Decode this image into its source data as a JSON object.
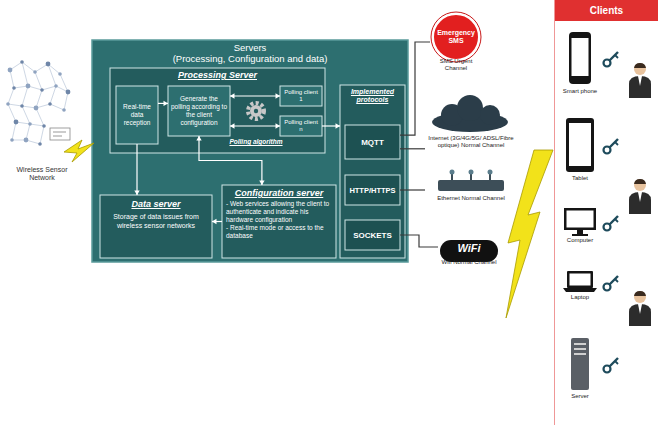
{
  "diagram": {
    "nodes": [
      {
        "text": [
          "Servers",
          "(Processing, Configuration and data)"
        ]
      },
      {
        "text": [
          "Processing Server"
        ],
        "in": 0
      },
      {
        "text": [
          "Real-time data reception"
        ],
        "in": 1
      },
      {
        "text": [
          "Generate the polling according to the client configuration"
        ],
        "in": 1
      },
      {
        "text": [
          "Polling client 1"
        ],
        "in": 1
      },
      {
        "text": [
          "Polling client n"
        ],
        "in": 1
      },
      {
        "text": [
          "Data server",
          "Storage of data issues from wireless sensor networks"
        ],
        "in": 0
      },
      {
        "text": [
          "Configuration server",
          "- Web services allowing the client to authenticate and indicate his hardware configuration",
          "- Real-time mode or access to the database"
        ],
        "in": 0
      },
      {
        "text": [
          "Implemented protocols"
        ],
        "in": 0
      },
      {
        "text": [
          "MQTT"
        ],
        "in": 8
      },
      {
        "text": [
          "HTTP/HTTPS"
        ],
        "in": 8
      },
      {
        "text": [
          "SOCKETS"
        ],
        "in": 8
      },
      {
        "text": [
          "Emergency SMS",
          "SMS Urgent Channel"
        ]
      },
      {
        "text": [
          "Internet (3G/4G/5G/ ADSL/Fibre optique) Normal Channel"
        ]
      },
      {
        "text": [
          "Ethernet Normal Channel"
        ]
      },
      {
        "text": [
          "WiFi",
          "Wifi Normal Channel"
        ]
      },
      {
        "text": [
          "Clients"
        ]
      },
      {
        "text": [
          "Smart phone"
        ],
        "in": 16
      },
      {
        "text": [
          "Tablet"
        ],
        "in": 16
      },
      {
        "text": [
          "Computer"
        ],
        "in": 16
      },
      {
        "text": [
          "Laptop"
        ],
        "in": 16
      },
      {
        "text": [
          "Server"
        ],
        "in": 16
      }
    ],
    "edges": [
      {
        "from": 2,
        "to": 3,
        "arrow": "to"
      },
      {
        "from": 3,
        "to": 4,
        "arrow": "both"
      },
      {
        "from": 3,
        "to": 5,
        "arrow": "both"
      },
      {
        "from": 2,
        "to": 6,
        "arrow": "to"
      },
      {
        "from": 7,
        "to": 6,
        "arrow": "to"
      },
      {
        "from": 3,
        "to": 7,
        "arrow": "both"
      },
      {
        "from": 5,
        "to": 8,
        "arrow": "to"
      },
      {
        "from": 9,
        "to": 12,
        "arrow": "none"
      },
      {
        "from": 9,
        "to": 13,
        "arrow": "none"
      },
      {
        "from": 10,
        "to": 14,
        "arrow": "none"
      },
      {
        "from": 11,
        "to": 15,
        "arrow": "none"
      }
    ],
    "labels": [
      "Wireless Sensor Network",
      "Polling algorithm"
    ]
  }
}
